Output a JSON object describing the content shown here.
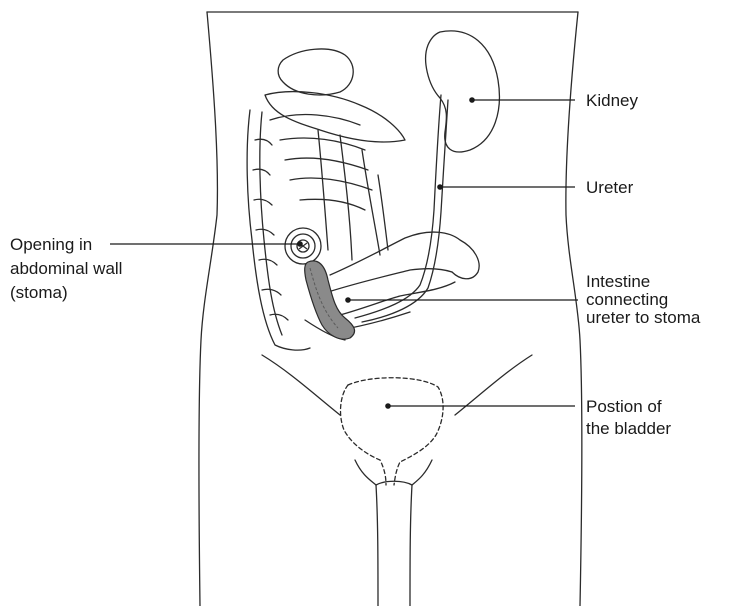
{
  "labels": {
    "kidney": "Kidney",
    "ureter": "Ureter",
    "stoma": [
      "Opening in",
      "abdominal wall",
      "(stoma)"
    ],
    "intestine": [
      "Intestine",
      "connecting",
      "ureter to stoma"
    ],
    "bladder": [
      "Postion of",
      "the bladder"
    ]
  },
  "colors": {
    "line": "#2b2b2b",
    "intestine_fill": "#8a8a8a",
    "background": "#ffffff"
  }
}
